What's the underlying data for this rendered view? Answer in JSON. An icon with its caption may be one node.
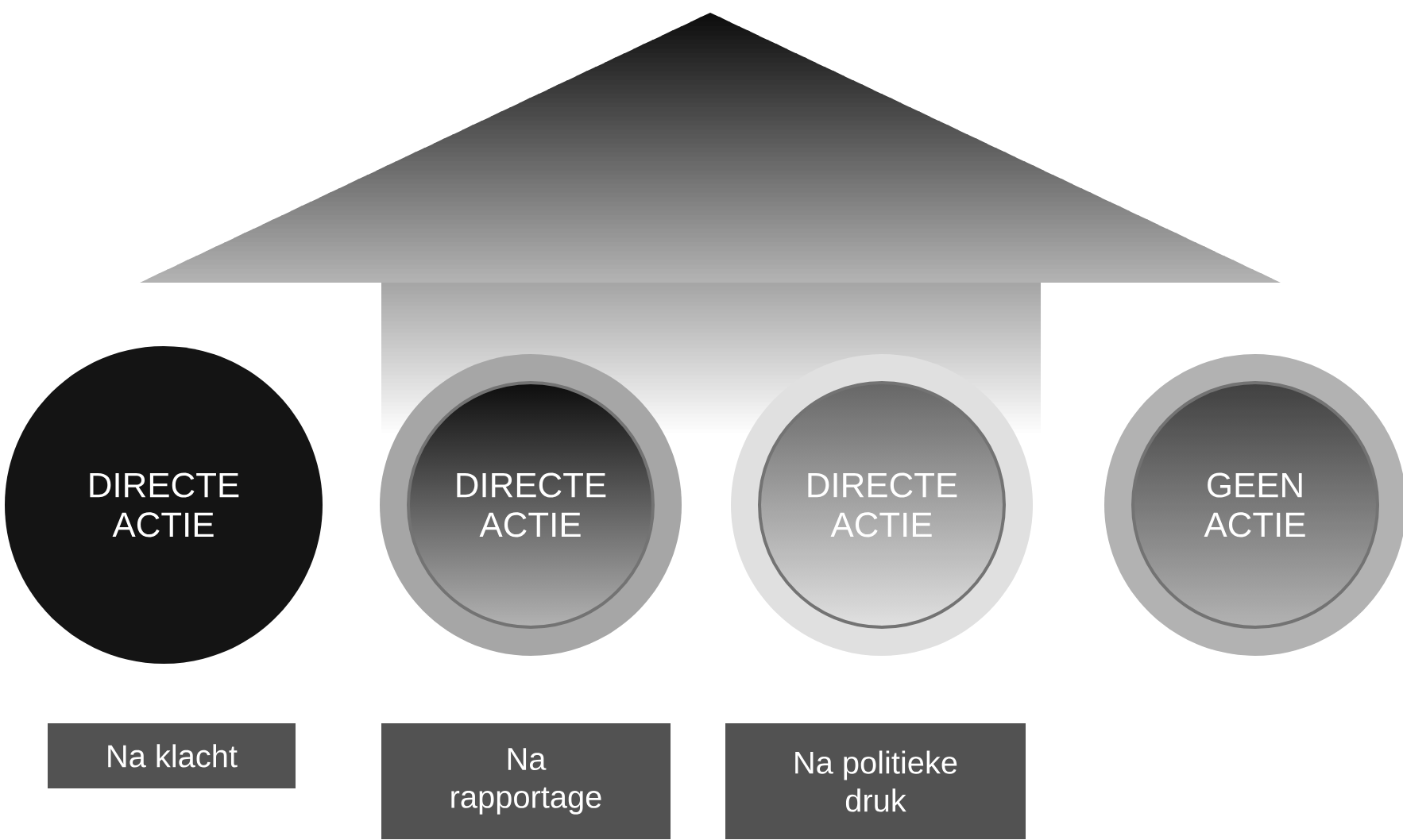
{
  "diagram": {
    "nodes": [
      {
        "text": [
          "DIRECTE ACTIE"
        ]
      },
      {
        "text": [
          "DIRECTE ACTIE"
        ]
      },
      {
        "text": [
          "DIRECTE ACTIE"
        ]
      },
      {
        "text": [
          "GEEN ACTIE"
        ]
      },
      {
        "text": [
          "Na klacht"
        ]
      },
      {
        "text": [
          "Na rapportage"
        ]
      },
      {
        "text": [
          "Na politieke druk"
        ]
      }
    ]
  }
}
